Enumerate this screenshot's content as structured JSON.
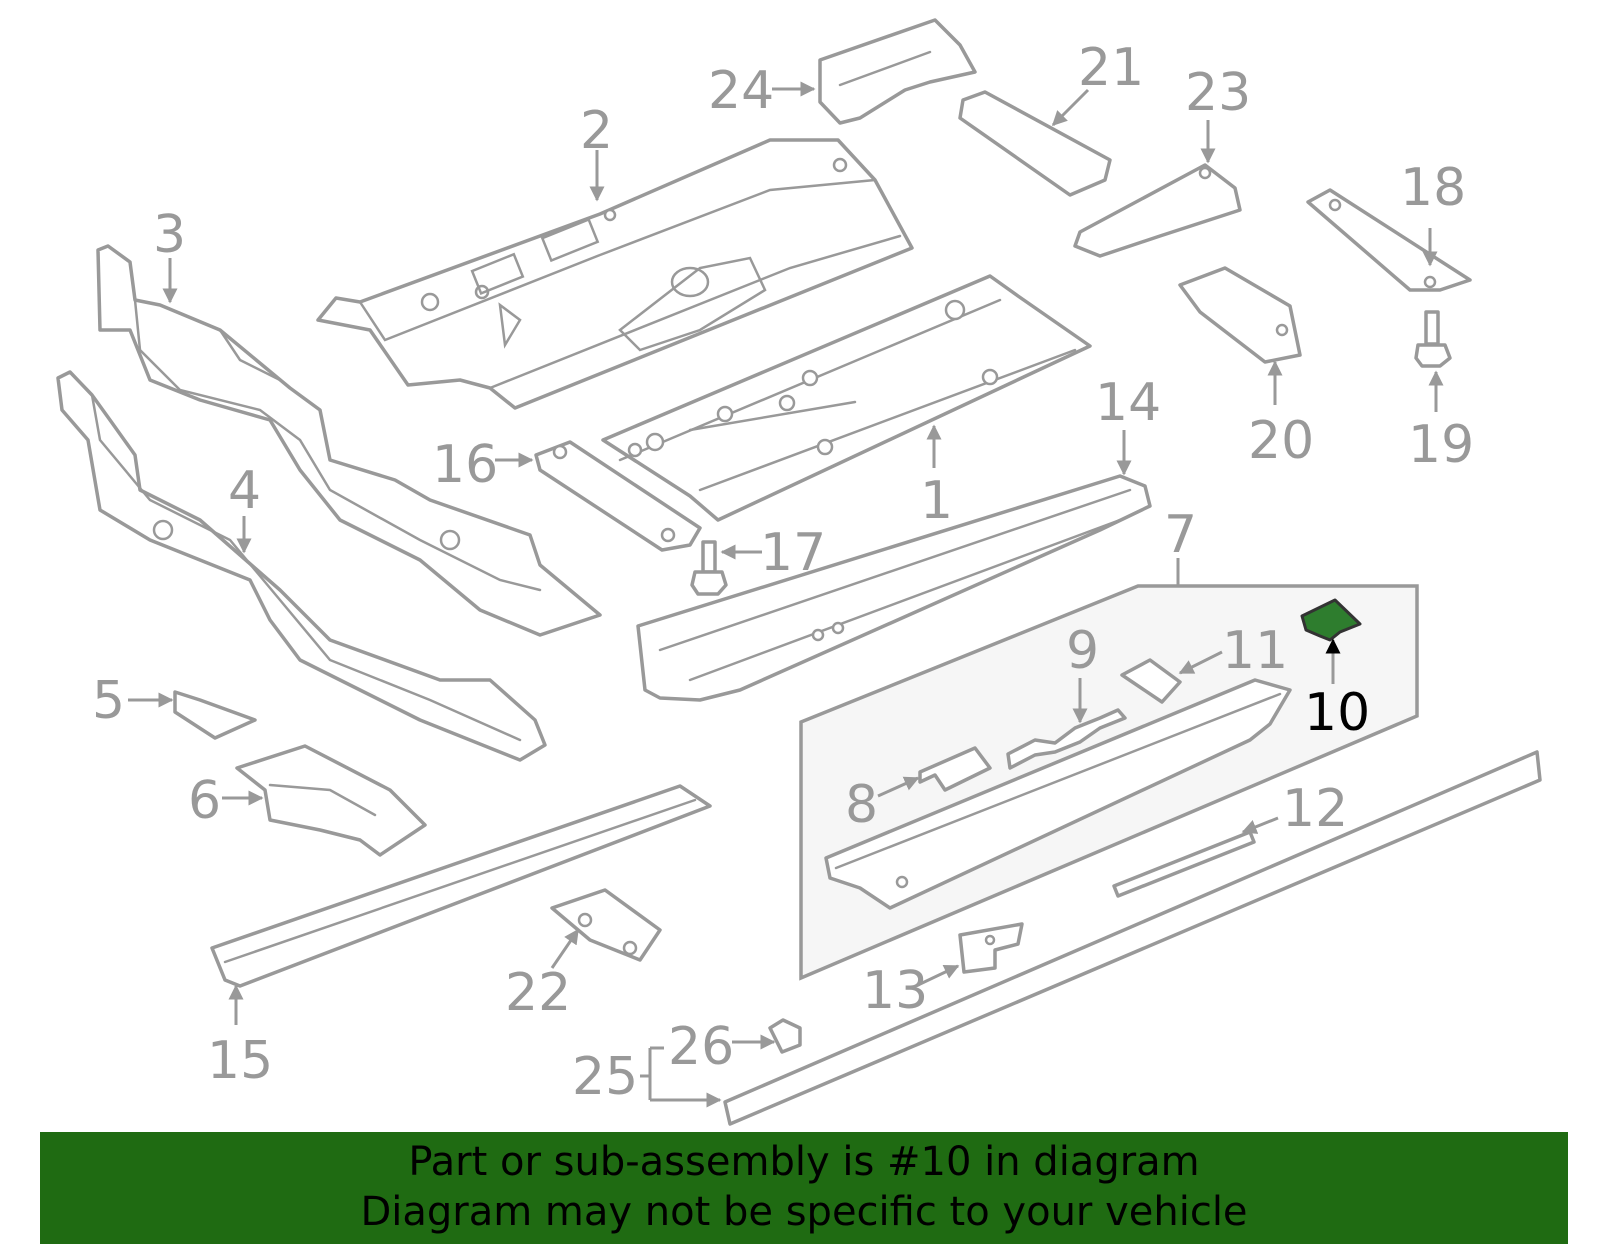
{
  "diagram": {
    "callouts": {
      "c1": "1",
      "c2": "2",
      "c3": "3",
      "c4": "4",
      "c5": "5",
      "c6": "6",
      "c7": "7",
      "c8": "8",
      "c9": "9",
      "c10": "10",
      "c11": "11",
      "c12": "12",
      "c13": "13",
      "c14": "14",
      "c15": "15",
      "c16": "16",
      "c17": "17",
      "c18": "18",
      "c19": "19",
      "c20": "20",
      "c21": "21",
      "c22": "22",
      "c23": "23",
      "c24": "24",
      "c25": "25",
      "c26": "26"
    },
    "highlighted_part": "10",
    "colors": {
      "line": "#999999",
      "highlight_part": "#2e7d2e",
      "banner": "#1f6b12",
      "subassembly_box": "#f6f6f6"
    }
  },
  "banner": {
    "line1": "Part or sub-assembly is #10 in diagram",
    "line2": "Diagram may not be specific to your vehicle"
  }
}
